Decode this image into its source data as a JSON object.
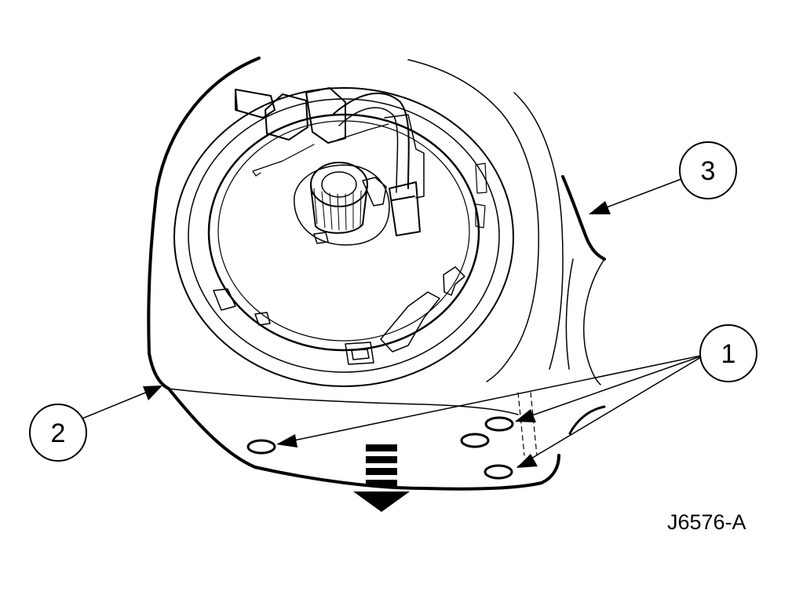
{
  "figure": {
    "id": "J6576-A",
    "callouts": [
      {
        "number": "1"
      },
      {
        "number": "2"
      },
      {
        "number": "3"
      }
    ],
    "colors": {
      "ink": "#000000",
      "paper": "#ffffff"
    },
    "direction_indicator": "down-arrow-icon"
  }
}
